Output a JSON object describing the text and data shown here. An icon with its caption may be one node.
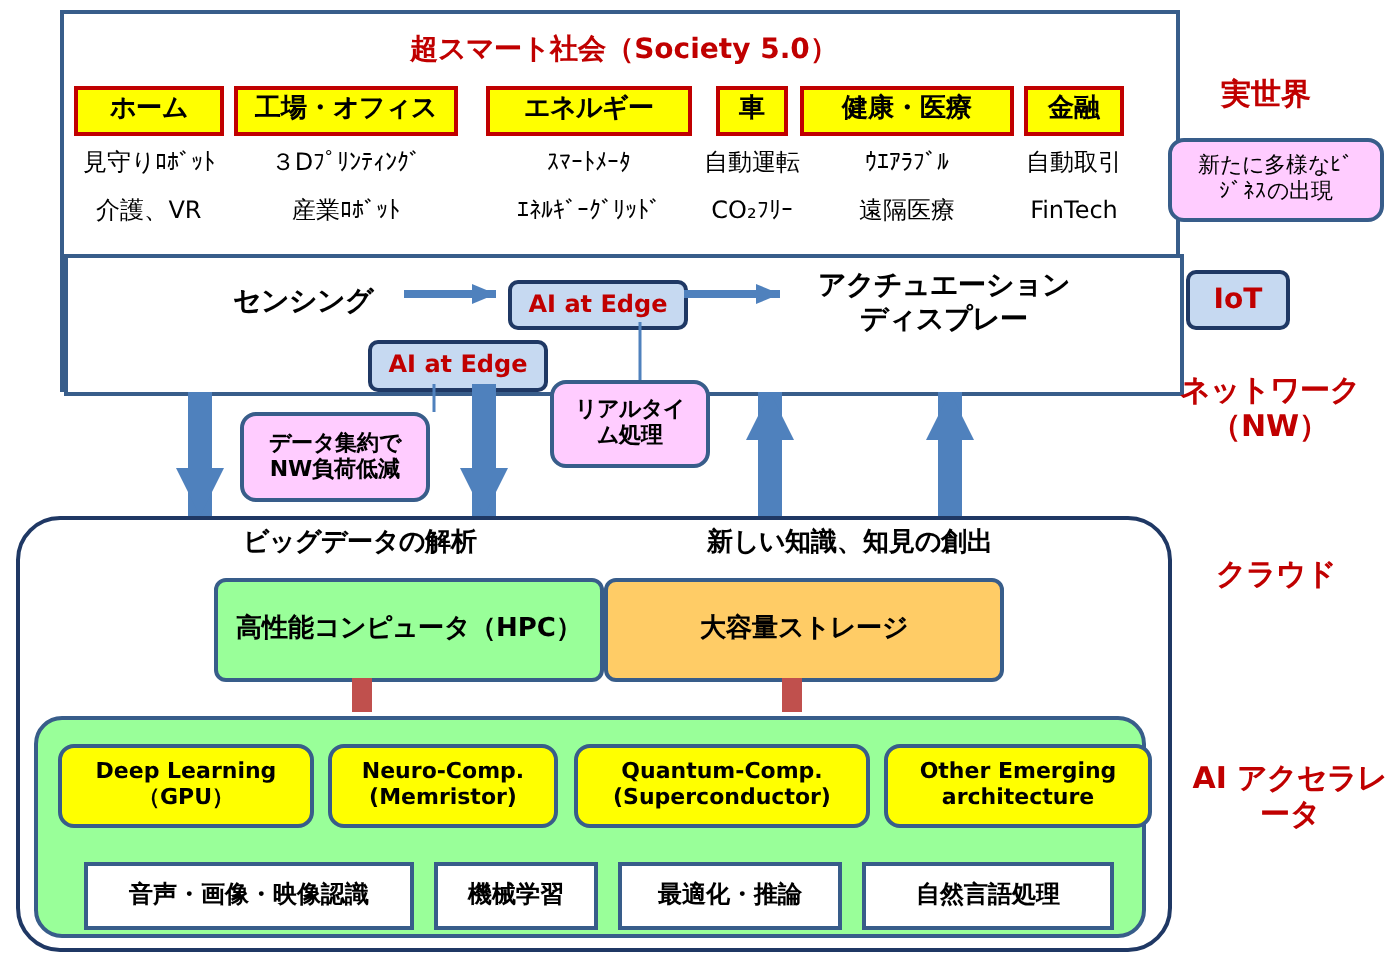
{
  "diagram": {
    "nodes": [
      {
        "text": [
          "超スマート社会（Society 5.0）"
        ]
      },
      {
        "text": [
          "ホーム"
        ],
        "in": 0,
        "beside": [
          "見守りﾛﾎﾞｯﾄ",
          "介護、VR"
        ]
      },
      {
        "text": [
          "工場・オフィス"
        ],
        "in": 0,
        "beside": [
          "３Dﾌﾟﾘﾝﾃｨﾝｸﾞ",
          "産業ﾛﾎﾞｯﾄ"
        ]
      },
      {
        "text": [
          "エネルギー"
        ],
        "in": 0,
        "beside": [
          "ｽﾏｰﾄﾒｰﾀ",
          "ｴﾈﾙｷﾞｰｸﾞﾘｯﾄﾞ"
        ]
      },
      {
        "text": [
          "車"
        ],
        "in": 0,
        "beside": [
          "自動運転",
          "CO₂ﾌﾘｰ"
        ]
      },
      {
        "text": [
          "健康・医療"
        ],
        "in": 0,
        "beside": [
          "ｳｴｱﾗﾌﾞﾙ",
          "遠隔医療"
        ]
      },
      {
        "text": [
          "金融"
        ],
        "in": 0,
        "beside": [
          "自動取引",
          "FinTech"
        ]
      },
      {
        "text": [],
        "shape": "box",
        "in": 0
      },
      {
        "text": [
          "センシング"
        ],
        "in": 7
      },
      {
        "text": [
          "AI at Edge"
        ],
        "in": 7
      },
      {
        "text": [
          "アクチュエーションディスプレー"
        ],
        "in": 7
      },
      {
        "text": [
          "AI at Edge"
        ],
        "in": 7
      },
      {
        "text": [
          "データ集約でNW負荷低減"
        ]
      },
      {
        "text": [
          "リアルタイム処理"
        ]
      },
      {
        "text": [
          "ビッグデータの解析",
          "新しい知識、知見の創出"
        ]
      },
      {
        "text": [
          "高性能コンピュータ（HPC）"
        ],
        "in": 14
      },
      {
        "text": [
          "大容量ストレージ"
        ],
        "in": 14
      },
      {
        "text": [],
        "shape": "box",
        "in": 14
      },
      {
        "text": [
          "Deep Learning （GPU）"
        ],
        "in": 17
      },
      {
        "text": [
          "Neuro-Comp. (Memristor)"
        ],
        "in": 17
      },
      {
        "text": [
          "Quantum-Comp. (Superconductor)"
        ],
        "in": 17
      },
      {
        "text": [
          "Other Emerging architecture"
        ],
        "in": 17
      },
      {
        "text": [
          "音声・画像・映像認識"
        ],
        "in": 17
      },
      {
        "text": [
          "機械学習"
        ],
        "in": 17
      },
      {
        "text": [
          "最適化・推論"
        ],
        "in": 17
      },
      {
        "text": [
          "自然言語処理"
        ],
        "in": 17
      },
      {
        "text": [
          "新たに多様なﾋﾞｼﾞﾈｽの出現"
        ]
      },
      {
        "text": [
          "IoT"
        ]
      }
    ],
    "edges": [
      {
        "from": 8,
        "to": 9,
        "arrow": "to"
      },
      {
        "from": 9,
        "to": 10,
        "arrow": "to"
      },
      {
        "from": 12,
        "to": 11,
        "arrow": "none"
      },
      {
        "from": 13,
        "to": 9,
        "arrow": "none"
      },
      {
        "from": 7,
        "to": 14,
        "arrow": "to"
      },
      {
        "from": 11,
        "to": 14,
        "arrow": "to"
      },
      {
        "from": 14,
        "to": 7,
        "arrow": "to"
      },
      {
        "from": 14,
        "to": 7,
        "arrow": "to"
      },
      {
        "from": 15,
        "to": 17,
        "arrow": "none",
        "color": "#c0504d"
      },
      {
        "from": 16,
        "to": 17,
        "arrow": "none",
        "color": "#c0504d"
      }
    ],
    "labels": [
      "実世界",
      "ネットワーク（NW）",
      "クラウド",
      "AI アクセラレータ"
    ]
  }
}
